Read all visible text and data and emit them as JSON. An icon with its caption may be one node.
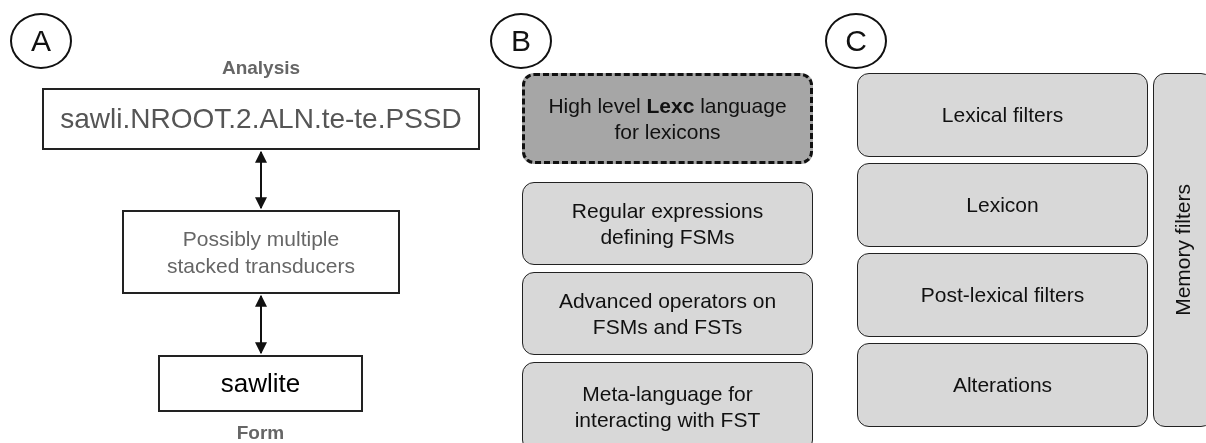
{
  "diagram": {
    "nodes": [
      {
        "text": [
          "A"
        ]
      },
      {
        "text": [
          "Analysis",
          "sawli.NROOT.2.ALN.te-te.PSSD"
        ]
      },
      {
        "text": [
          "Possibly multiple stacked transducers"
        ]
      },
      {
        "text": [
          "sawlite",
          "Form"
        ]
      },
      {
        "text": [
          "B"
        ]
      },
      {
        "text": [
          "High level **Lexc** language for lexicons"
        ]
      },
      {
        "text": [
          "Regular expressions defining FSMs"
        ]
      },
      {
        "text": [
          "Advanced operators on FSMs and FSTs"
        ]
      },
      {
        "text": [
          "Meta-language for interacting with FST"
        ]
      },
      {
        "text": [
          "C"
        ]
      },
      {
        "text": [
          "Lexical filters"
        ]
      },
      {
        "text": [
          "Lexicon"
        ]
      },
      {
        "text": [
          "Post-lexical filters"
        ]
      },
      {
        "text": [
          "Alterations"
        ]
      },
      {
        "text": [
          "Memory filters"
        ]
      }
    ],
    "edges": [
      {
        "from": 1,
        "to": 2,
        "arrow": "both"
      },
      {
        "from": 2,
        "to": 3,
        "arrow": "both"
      }
    ]
  }
}
